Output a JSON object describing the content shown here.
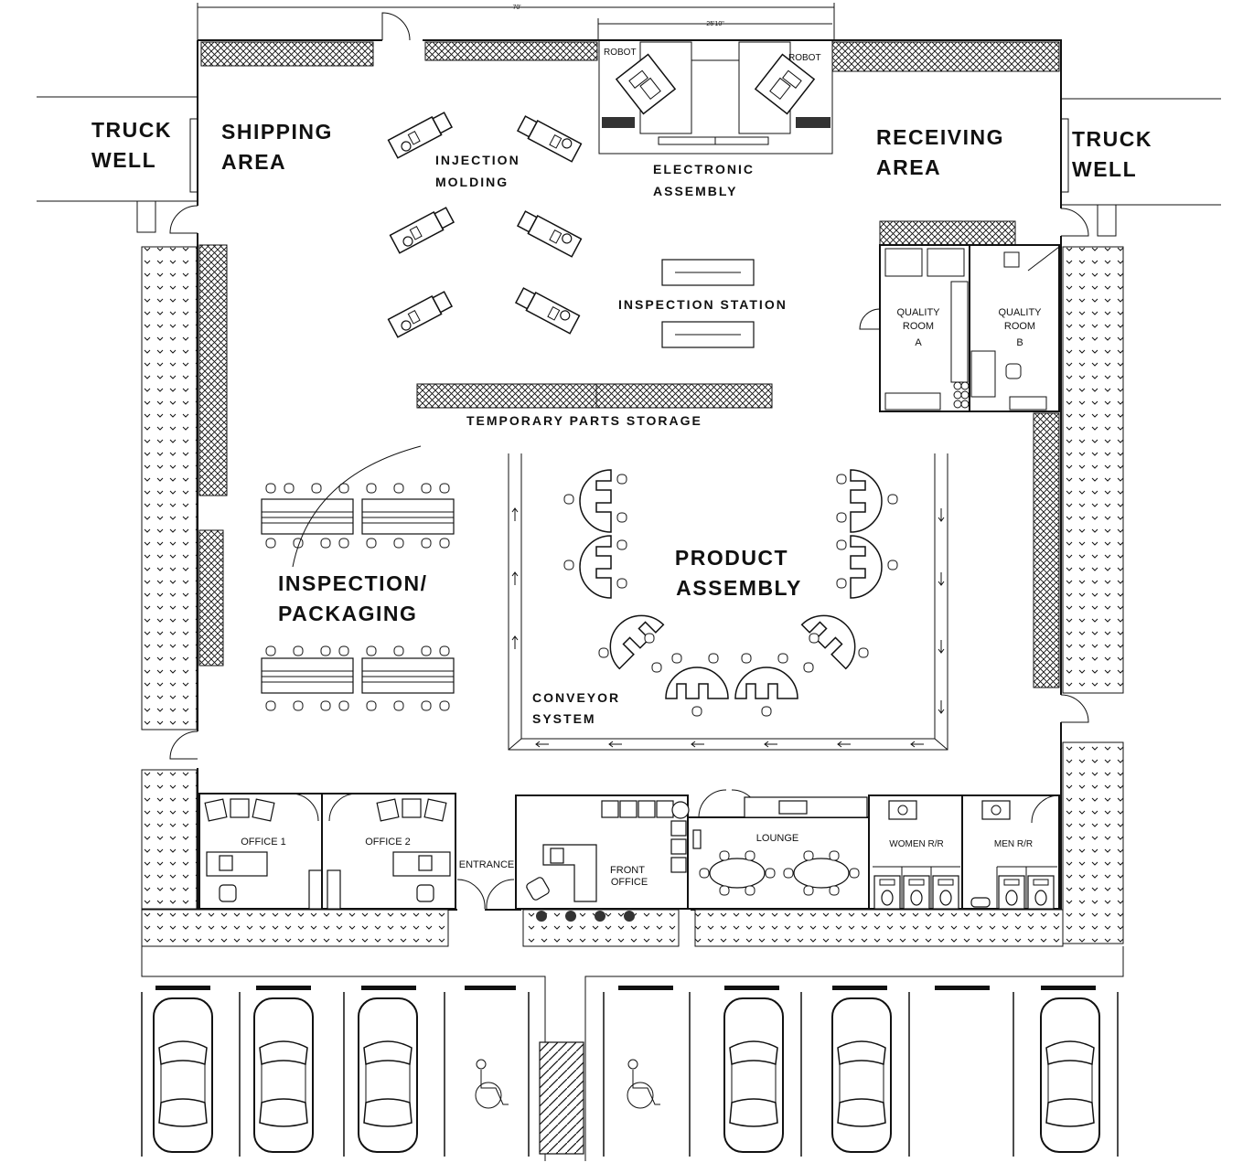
{
  "dimensions": {
    "overall": "70'",
    "robot_cell": "25'10\""
  },
  "labels": {
    "truck_well_left_1": "TRUCK",
    "truck_well_left_2": "WELL",
    "shipping_1": "SHIPPING",
    "shipping_2": "AREA",
    "injection_1": "INJECTION",
    "injection_2": "MOLDING",
    "robot_left": "ROBOT",
    "robot_right": "ROBOT",
    "electronic_1": "ELECTRONIC",
    "electronic_2": "ASSEMBLY",
    "receiving_1": "RECEIVING",
    "receiving_2": "AREA",
    "truck_well_right_1": "TRUCK",
    "truck_well_right_2": "WELL",
    "inspection_station": "INSPECTION STATION",
    "quality_a_1": "QUALITY",
    "quality_a_2": "ROOM",
    "quality_a_3": "A",
    "quality_b_1": "QUALITY",
    "quality_b_2": "ROOM",
    "quality_b_3": "B",
    "temp_storage": "TEMPORARY PARTS STORAGE",
    "product_assembly_1": "PRODUCT",
    "product_assembly_2": "ASSEMBLY",
    "insp_pack_1": "INSPECTION/",
    "insp_pack_2": "PACKAGING",
    "conveyor_1": "CONVEYOR",
    "conveyor_2": "SYSTEM",
    "office1": "OFFICE 1",
    "office2": "OFFICE 2",
    "entrance": "ENTRANCE",
    "front_office_1": "FRONT",
    "front_office_2": "OFFICE",
    "lounge": "LOUNGE",
    "women_rr": "WOMEN R/R",
    "men_rr": "MEN R/R"
  },
  "icons": [
    "accessible-parking-icon",
    "car-icon",
    "door-swing-icon",
    "robot-arm-icon",
    "injection-molding-machine-icon",
    "workstation-chair-icon",
    "toilet-icon",
    "sink-icon",
    "conveyor-arrow-icon",
    "plant-icon"
  ],
  "colors": {
    "line": "#111111",
    "background": "#ffffff"
  }
}
